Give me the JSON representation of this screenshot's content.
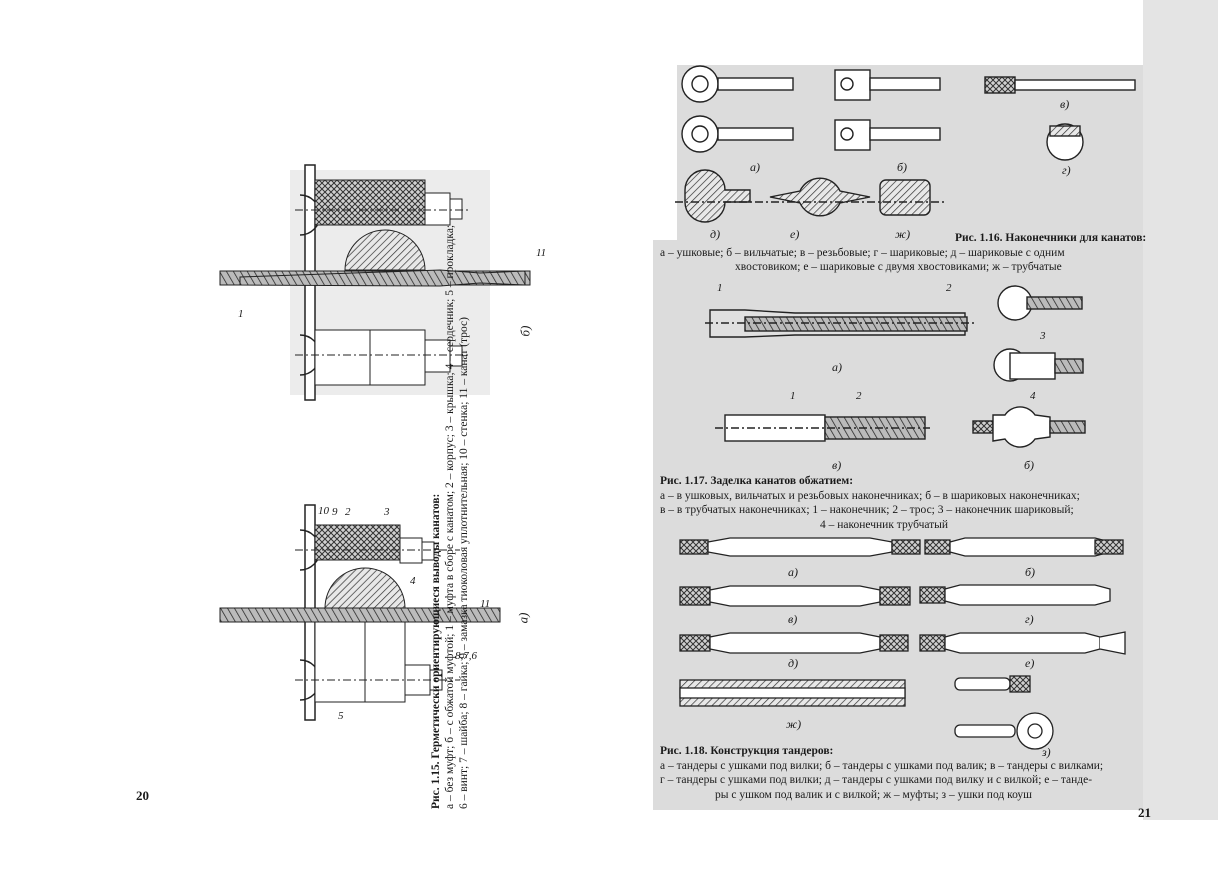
{
  "left_page": {
    "page_number": "20",
    "figure_caption": {
      "title": "Рис. 1.15. Герметически ориентирующиеся выводы канатов:",
      "line1": "а – без муфт; б – с обжатой муфтой; 1 – муфта в сборе с канатом; 2 – корпус; 3 – крышка; 4 – сердечник; 5 – прокладка;",
      "line2": "6 – винт; 7 – шайба; 8 – гайка; 9 – замазка тиоколовая уплотнительная; 10 – стенка; 11 – канат (трос)"
    },
    "label_b": "б)",
    "label_a": "а)",
    "callouts_b": {
      "n1": "1",
      "n11": "11"
    },
    "callouts_a": {
      "n10": "10",
      "n9": "9",
      "n2": "2",
      "n3": "3",
      "n4": "4",
      "n11": "11",
      "n5": "5",
      "n876": "8,7,6"
    }
  },
  "right_page": {
    "page_number": "21",
    "fig116": {
      "sublabels": {
        "a": "а)",
        "b": "б)",
        "v": "в)",
        "g": "г)",
        "d": "д)",
        "e": "е)",
        "zh": "ж)"
      },
      "title": "Рис. 1.16. Наконечники для канатов:",
      "line1": "а – ушковые; б – вильчатые; в – резьбовые; г – шариковые; д – шариковые с одним",
      "line2": "хвостовиком; е – шариковые с двумя хвостовиками; ж – трубчатые"
    },
    "fig117": {
      "sublabels": {
        "a": "а)",
        "v": "в)",
        "b": "б)"
      },
      "callouts": {
        "n1a": "1",
        "n2a": "2",
        "n1v": "1",
        "n2v": "2",
        "n3": "3",
        "n4": "4"
      },
      "title": "Рис. 1.17. Заделка канатов обжатием:",
      "line1": "а – в ушковых, вильчатых и резьбовых наконечниках; б – в шариковых наконечниках;",
      "line2": "в – в трубчатых наконечниках; 1 – наконечник; 2 – трос; 3 – наконечник шариковый;",
      "line3": "4 – наконечник трубчатый"
    },
    "fig118": {
      "sublabels": {
        "a": "а)",
        "b": "б)",
        "v": "в)",
        "g": "г)",
        "d": "д)",
        "e": "е)",
        "zh": "ж)",
        "z": "з)"
      },
      "title": "Рис. 1.18. Конструкция тандеров:",
      "line1": "а – тандеры с ушками под вилки; б – тандеры с ушками под валик; в – тандеры с вилками;",
      "line2": "г – тандеры с ушками под вилки; д – тандеры с ушками под вилку и с вилкой; е – танде-",
      "line3": "ры с ушком под валик и с вилкой; ж – муфты; з – ушки под коуш"
    }
  },
  "colors": {
    "ink": "#1a1a1a",
    "paper": "#ffffff",
    "scan_gray": "#d8d8d8",
    "hatch": "#444444"
  }
}
